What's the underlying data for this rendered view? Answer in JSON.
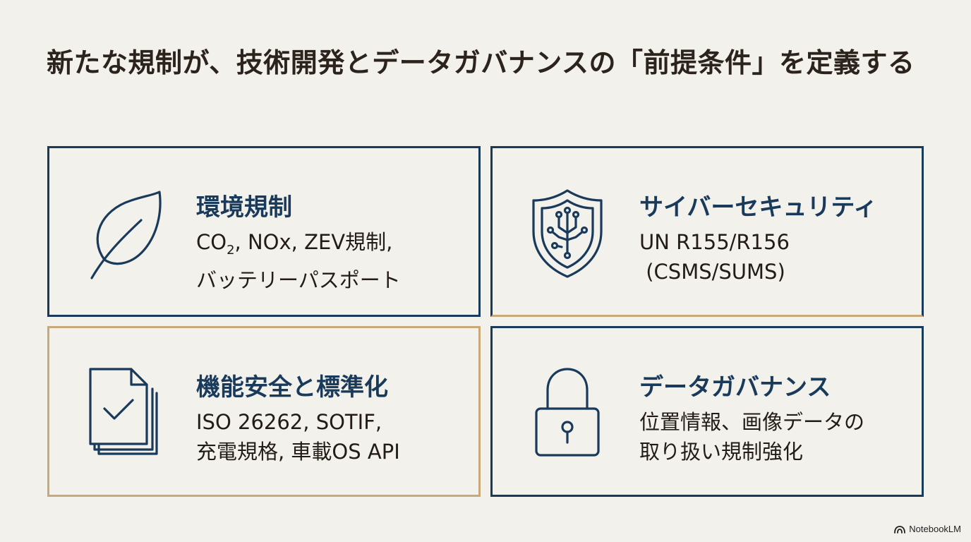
{
  "title": "新たな規制が、技術開発とデータガバナンスの「前提条件」を定義する",
  "cards": [
    {
      "id": "environment",
      "title": "環境規制",
      "icon": "leaf-icon",
      "body_line1_pre": "CO",
      "body_line1_sub": "2",
      "body_line1_post": ", NOx, ZEV規制,",
      "body_line2": "バッテリーパスポート"
    },
    {
      "id": "cybersecurity",
      "title": "サイバーセキュリティ",
      "icon": "shield-circuit-icon",
      "body_line1": "UN R155/R156",
      "body_line2": " (CSMS/SUMS)"
    },
    {
      "id": "functional-safety",
      "title": "機能安全と標準化",
      "icon": "document-check-icon",
      "body_line1": "ISO 26262, SOTIF,",
      "body_line2": "充電規格, 車載OS API"
    },
    {
      "id": "data-governance",
      "title": "データガバナンス",
      "icon": "padlock-icon",
      "body_line1": "位置情報、画像データの",
      "body_line2": "取り扱い規制強化"
    }
  ],
  "brand": {
    "label": "NotebookLM",
    "icon": "notebooklm-logo-icon"
  },
  "colors": {
    "navy": "#1a3a5c",
    "gold": "#c9a978",
    "background": "#f3f1ec",
    "text": "#231c16"
  }
}
